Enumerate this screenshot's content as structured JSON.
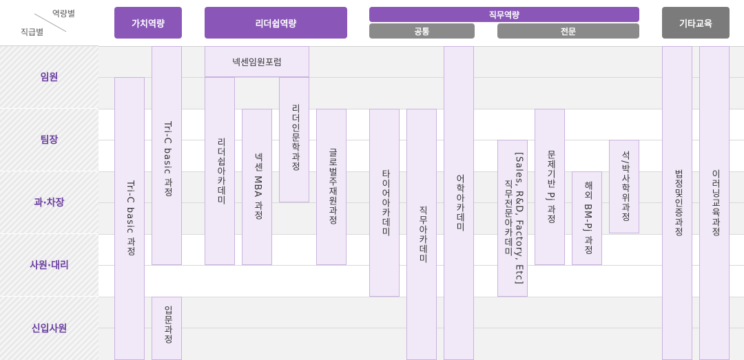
{
  "corner": {
    "top_label": "역량별",
    "bottom_label": "직급별"
  },
  "ranks": [
    "임원",
    "팀장",
    "과·차장",
    "사원·대리",
    "신입사원"
  ],
  "headers": {
    "value": "가치역량",
    "leadership": "리더쉽역량",
    "job": "직무역량",
    "job_common": "공통",
    "job_expert": "전문",
    "other": "기타교육"
  },
  "programs": {
    "tric_basic_1": "Tri-C basic 과정",
    "tric_basic_2": "Tri-C basic 과정",
    "intro": "입문과정",
    "nexen_forum": "넥센임원포럼",
    "leadership_academy": "리더쉽아카데미",
    "nexen_mba": "넥센 MBA 과정",
    "leader_humanities": "리더인문학과정",
    "global_talent": "글로벌주재원과정",
    "tire_academy": "타이어아카데미",
    "job_academy": "직무아카데미",
    "language_academy": "어학아카데미",
    "expert_academy": "직무전문아카데미",
    "expert_academy_sub": "[Sales, R&D, Factory, Etc]",
    "problem_pj": "문제기반 Pj 과정",
    "overseas_bm": "해외 BM-Pj 과정",
    "degree": "석/박사학위과정",
    "legal": "법정및인증과정",
    "elearning": "이러닝교육과정"
  },
  "colors": {
    "accent": "#8a57b8",
    "rank_text": "#6a3ea0",
    "bar_fill": "#f1e9f8",
    "bar_border": "#c9b2df",
    "gray_header": "#7b7b7b"
  }
}
